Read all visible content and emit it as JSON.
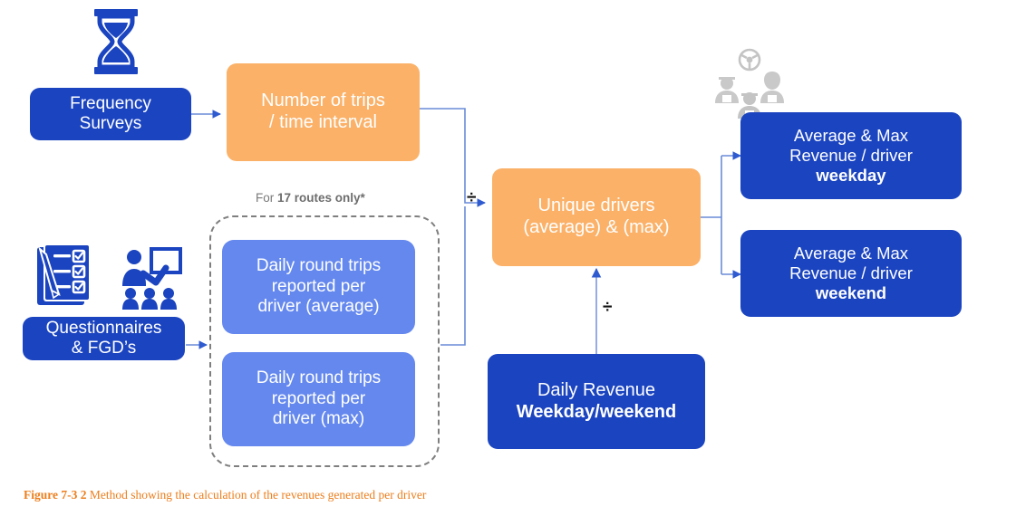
{
  "figure": {
    "caption_prefix": "Figure 7-3 2 ",
    "caption_rest": "Method showing the calculation of the revenues generated per driver",
    "caption_color": "#ED7D1B"
  },
  "colors": {
    "dark_blue": "#1B44C0",
    "mid_blue": "#6488EE",
    "orange": "#FBB168",
    "connector_blue": "#4472C4",
    "dashed_gray": "#7F7F7F",
    "note_gray": "#7A7A7A",
    "people_gray": "#BFBFBF"
  },
  "nodes": {
    "frequency_surveys": {
      "label": "Frequency\nSurveys",
      "type": "dark-blue"
    },
    "number_of_trips": {
      "label": "Number of trips\n/ time interval",
      "type": "orange"
    },
    "daily_round_trips_average": {
      "label": "Daily round trips\nreported per\ndriver (average)",
      "type": "mid-blue"
    },
    "daily_round_trips_max": {
      "label": "Daily round trips\nreported per\ndriver (max)",
      "type": "mid-blue"
    },
    "questionnaires_fgd": {
      "label": "Questionnaires\n& FGD’s",
      "type": "dark-blue"
    },
    "unique_drivers": {
      "label": "Unique drivers\n(average) & (max)",
      "type": "orange"
    },
    "daily_revenue": {
      "label_line1": "Daily Revenue",
      "label_line2": "Weekday/weekend",
      "type": "dark-blue"
    },
    "revenue_weekday": {
      "label_line1": "Average & Max",
      "label_line2": "Revenue / driver",
      "label_line3": "weekday",
      "type": "dark-blue"
    },
    "revenue_weekend": {
      "label_line1": "Average & Max",
      "label_line2": "Revenue / driver",
      "label_line3": "weekend",
      "type": "dark-blue"
    }
  },
  "annotations": {
    "routes_note_prefix": "For ",
    "routes_note_bold": "17 routes only*",
    "divide_symbol_top": "÷",
    "divide_symbol_bottom": "÷"
  },
  "icons": {
    "hourglass": "hourglass-icon",
    "checklist": "checklist-clipboard-icon",
    "focus_group": "focus-group-presentation-icon",
    "drivers": "drivers-group-steering-wheel-icon"
  }
}
